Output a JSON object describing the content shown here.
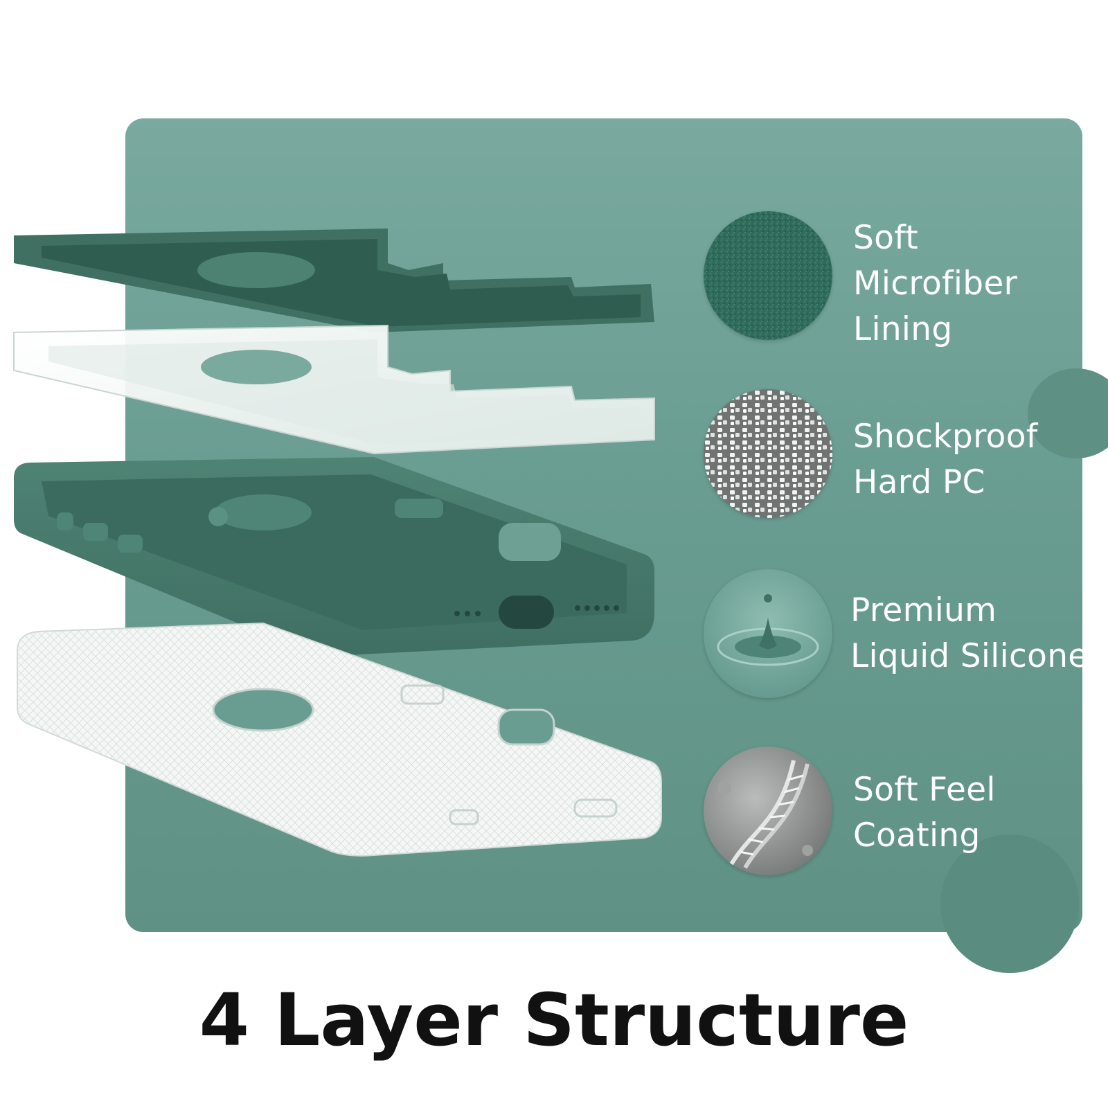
{
  "features": [
    {
      "icon": "microfiber-texture-icon",
      "lines": [
        "Soft",
        "Microfiber",
        "Lining"
      ]
    },
    {
      "icon": "pc-crystals-icon",
      "lines": [
        "Shockproof",
        "Hard PC"
      ]
    },
    {
      "icon": "silicone-drop-icon",
      "lines": [
        "Premium",
        "Liquid Silicone"
      ]
    },
    {
      "icon": "dna-coating-icon",
      "lines": [
        "Soft Feel",
        "Coating"
      ]
    }
  ],
  "title": "4 Layer Structure",
  "colors": {
    "panel": "#6fa398",
    "accent_green": "#4a7f71",
    "text": "#ffffff",
    "title": "#111111"
  }
}
